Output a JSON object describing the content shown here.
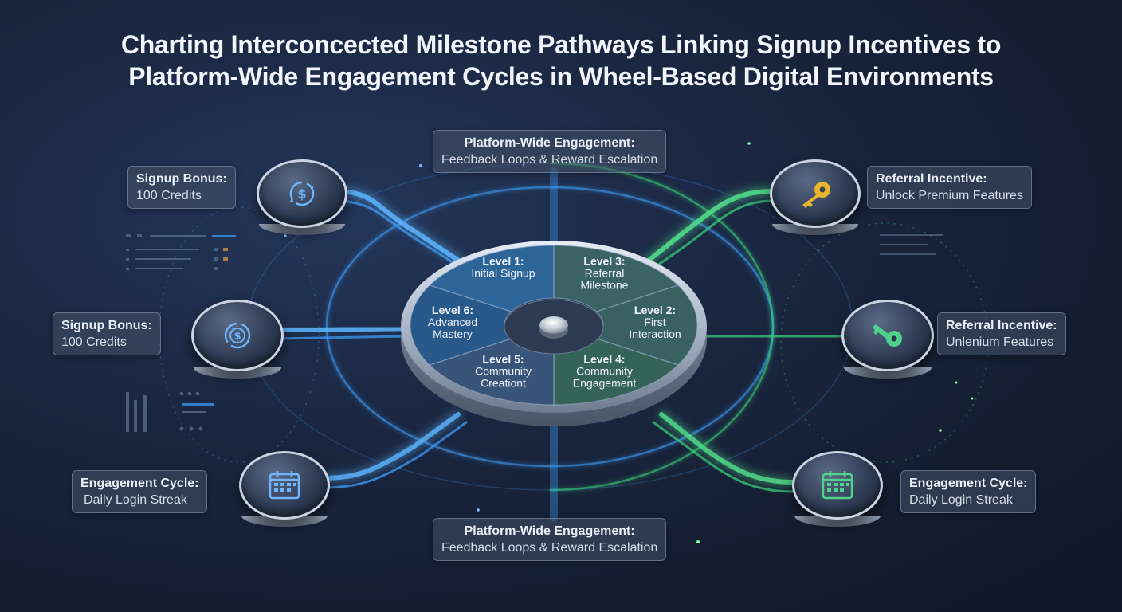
{
  "title": {
    "line1": "Charting Interconcected Milestone Pathways Linking Signup Incentives to",
    "line2": "Platform-Wide Engagement Cycles in Wheel-Based Digital Environments"
  },
  "colors": {
    "blue_accent": "#3ea2ff",
    "green_accent": "#39d67a",
    "key_gold": "#e9b530",
    "key_green": "#4fd38a"
  },
  "wheel": {
    "segments": [
      {
        "line1": "Level 1:",
        "line2": "Initial Signup",
        "line3": ""
      },
      {
        "line1": "Level 3:",
        "line2": "Referral",
        "line3": "Milestone"
      },
      {
        "line1": "Level 2:",
        "line2": "First",
        "line3": "Interaction"
      },
      {
        "line1": "Level 4:",
        "line2": "Community",
        "line3": "Engagement"
      },
      {
        "line1": "Level 5:",
        "line2": "Community",
        "line3": "Creationt"
      },
      {
        "line1": "Level 6:",
        "line2": "Advanced",
        "line3": "Mastery"
      }
    ]
  },
  "labels": {
    "top": {
      "title": "Platform-Wide Engagement:",
      "sub": "Feedback Loops & Reward Escalation"
    },
    "bottom": {
      "title": "Platform-Wide Engagement:",
      "sub": "Feedback Loops & Reward Escalation"
    },
    "left_top": {
      "title": "Signup Bonus:",
      "sub": "100 Credits"
    },
    "left_mid": {
      "title": "Signup Bonus:",
      "sub": "100 Credits"
    },
    "left_bottom": {
      "title": "Engagement Cycle:",
      "sub": "Daily Login Streak"
    },
    "right_top": {
      "title": "Referral Incentive:",
      "sub": "Unlock Premium Features"
    },
    "right_mid": {
      "title": "Referral Incentive:",
      "sub": "Unlenium Features"
    },
    "right_bottom": {
      "title": "Engagement Cycle:",
      "sub": "Daily Login Streak"
    }
  },
  "icons": {
    "left_top": "dollar-cycle-icon",
    "left_mid": "dollar-cycle-icon",
    "left_bottom": "calendar-icon",
    "right_top": "key-icon",
    "right_mid": "key-icon",
    "right_bottom": "calendar-icon"
  }
}
